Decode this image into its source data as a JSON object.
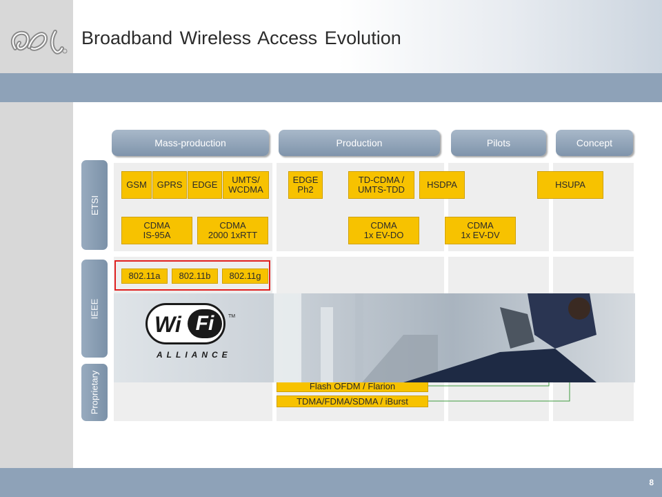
{
  "header": {
    "title": "Broadband Wireless Access Evolution"
  },
  "footer": {
    "page_number": "8"
  },
  "logo": {
    "name": "company-logo-icon"
  },
  "phases": [
    {
      "label": "Mass-production"
    },
    {
      "label": "Production"
    },
    {
      "label": "Pilots"
    },
    {
      "label": "Concept"
    }
  ],
  "rows": [
    {
      "label": "ETSI"
    },
    {
      "label": "IEEE"
    },
    {
      "label": "Proprietary"
    }
  ],
  "technologies": {
    "gsm": "GSM",
    "gprs": "GPRS",
    "edge": "EDGE",
    "umts": "UMTS/\nWCDMA",
    "edge_ph2": "EDGE\nPh2",
    "td_cdma": "TD-CDMA /\nUMTS-TDD",
    "hsdpa": "HSDPA",
    "hsupa": "HSUPA",
    "cdma_is95a": "CDMA\nIS-95A",
    "cdma_2000": "CDMA\n2000 1xRTT",
    "cdma_evdo": "CDMA\n1x EV-DO",
    "cdma_evdv": "CDMA\n1x EV-DV",
    "wifi_a": "802.11a",
    "wifi_b": "802.11b",
    "wifi_g": "802.11g",
    "flash_ofdm": "Flash OFDM / Flarion",
    "iburst": "TDMA/FDMA/SDMA / iBurst"
  },
  "photo": {
    "wifi_word": "Wi",
    "fi_word": "Fi",
    "tm": "TM",
    "alliance": "ALLIANCE"
  },
  "colors": {
    "band": "#8ea2b8",
    "tech": "#f7c200",
    "highlight": "#e02020",
    "cell": "#eeeeee"
  }
}
